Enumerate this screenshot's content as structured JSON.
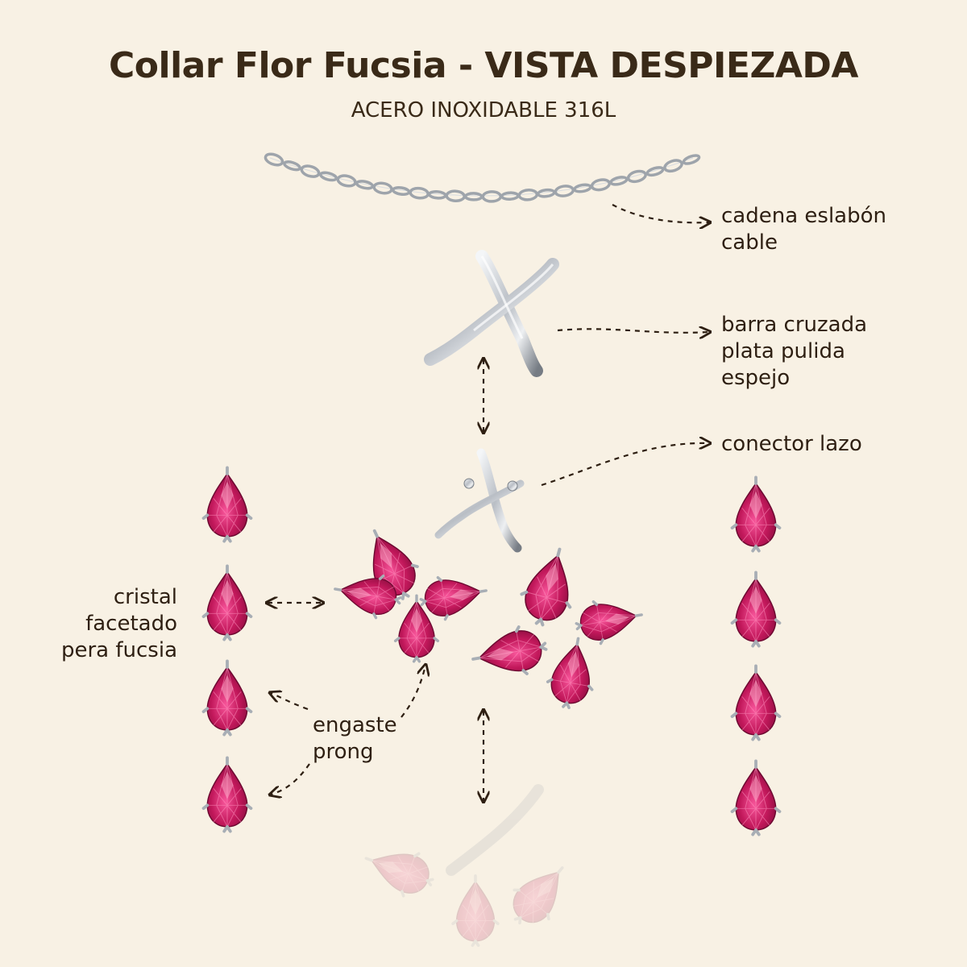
{
  "header": {
    "title": "Collar Flor Fucsia - VISTA DESPIEZADA",
    "subtitle": "ACERO INOXIDABLE 316L"
  },
  "labels": {
    "chain": [
      "cadena eslabón",
      "cable"
    ],
    "bar": [
      "barra cruzada",
      "plata pulida",
      "espejo"
    ],
    "connector": [
      "conector lazo"
    ],
    "crystal": [
      "cristal facetado",
      "pera fucsia"
    ],
    "prong": [
      "engaste",
      "prong"
    ]
  },
  "colors": {
    "background": "#f8f1e4",
    "text": "#2e1f12",
    "gem": "#c2185b",
    "gem_dark": "#8a0c3c",
    "gem_light": "#f06292",
    "metal": "#c9cdd2",
    "metal_dark": "#7a8088"
  },
  "icons": [
    "cable-chain",
    "crossed-bar",
    "bow-connector",
    "pear-crystal",
    "arrow-dashed"
  ]
}
